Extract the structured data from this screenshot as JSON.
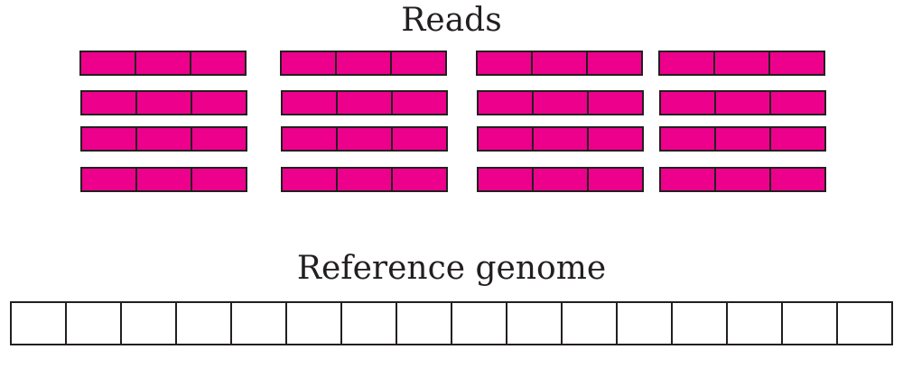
{
  "reads": {
    "title": "Reads",
    "groups": 4,
    "rows": 4,
    "segments_per_read": 3
  },
  "reference": {
    "title": "Reference genome",
    "segments": 16
  },
  "colors": {
    "read_fill": "#ec008c",
    "outline": "#231f20",
    "reference_fill": "#ffffff"
  }
}
